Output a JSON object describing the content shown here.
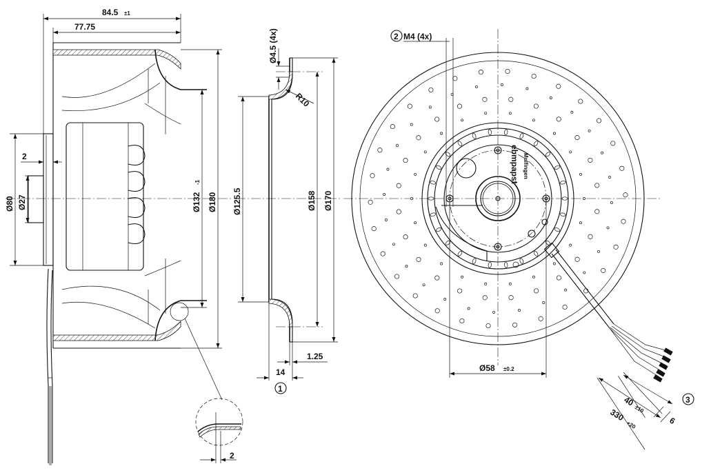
{
  "side_view": {
    "dim_overall_length": "84.5",
    "dim_overall_length_tol": "±1",
    "dim_impeller_length": "77.75",
    "dim_motor_offset": "2",
    "dim_motor_dia": "Ø80",
    "dim_shaft_dia": "Ø27",
    "dim_inlet_dia": "Ø132",
    "dim_inlet_dia_tol": "-1",
    "dim_outer_dia": "Ø180"
  },
  "detail_view": {
    "dim_detail_gap": "2"
  },
  "nozzle_view": {
    "dim_holes": "Ø4.5 (4x)",
    "dim_radius": "R10",
    "dim_inner_dia": "Ø125.5",
    "dim_bolt_circle": "Ø158",
    "dim_outer_dia": "Ø170",
    "dim_thickness": "1.25",
    "dim_depth": "14",
    "callout": "1"
  },
  "front_view": {
    "callout_thread": "2",
    "dim_thread": "M4 (4x)",
    "dim_hub_dia": "Ø58",
    "dim_hub_dia_tol": "±0.2",
    "dim_strip": "40",
    "dim_strip_tol": "±10",
    "dim_cable": "330",
    "dim_cable_tol": "+20",
    "dim_lead_end": "6",
    "callout_cable": "3",
    "label_brand": "ebmpapst",
    "label_sub": "Mulfingen"
  }
}
